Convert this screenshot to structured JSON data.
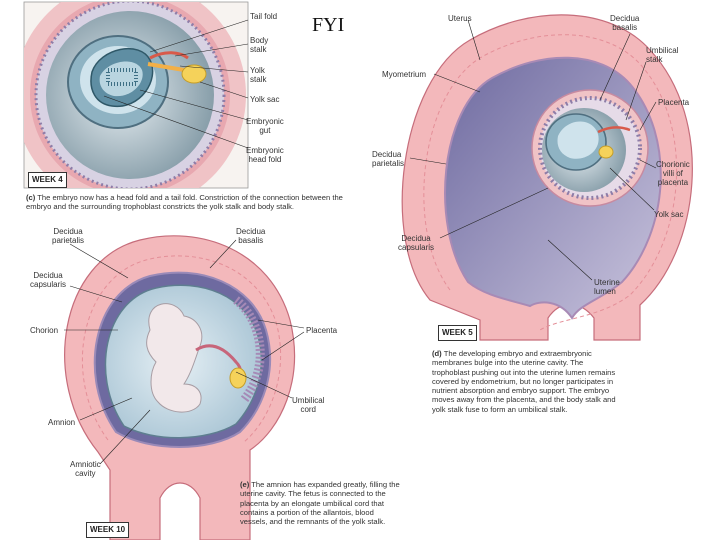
{
  "header": {
    "fyi": "FYI"
  },
  "panel_c": {
    "week": "WEEK 4",
    "labels": {
      "tail_fold": "Tail fold",
      "body_stalk": "Body\nstalk",
      "yolk_stalk": "Yolk\nstalk",
      "yolk_sac": "Yolk sac",
      "embryonic_gut": "Embryonic\ngut",
      "embryonic_head_fold": "Embryonic\nhead fold"
    },
    "caption_letter": "(c)",
    "caption": "The embryo now has a head fold and a tail fold. Constriction of the connection between the embryo and the surrounding trophoblast constricts the yolk stalk and body stalk."
  },
  "panel_d": {
    "week": "WEEK 5",
    "labels": {
      "uterus": "Uterus",
      "decidua_basalis": "Decidua\nbasalis",
      "umbilical_stalk": "Umbilical\nstalk",
      "myometrium": "Myometrium",
      "placenta": "Placenta",
      "decidua_parietalis": "Decidua\nparietalis",
      "chorionic_villi": "Chorionic\nvilli of\nplacenta",
      "yolk_sac": "Yolk sac",
      "decidua_capsularis": "Decidua\ncapsularis",
      "uterine_lumen": "Uterine\nlumen"
    },
    "caption_letter": "(d)",
    "caption": "The developing embryo and extraembryonic membranes bulge into the uterine cavity. The trophoblast pushing out into the uterine lumen remains covered by endometrium, but no longer participates in nutrient absorption and embryo support. The embryo moves away from the placenta, and the body stalk and yolk stalk fuse to form an umbilical stalk."
  },
  "panel_e": {
    "week": "WEEK 10",
    "labels": {
      "decidua_parietalis": "Decidua\nparietalis",
      "decidua_basalis": "Decidua\nbasalis",
      "decidua_capsularis": "Decidua\ncapsularis",
      "chorion": "Chorion",
      "placenta": "Placenta",
      "amnion": "Amnion",
      "umbilical_cord": "Umbilical\ncord",
      "amniotic_cavity": "Amniotic\ncavity"
    },
    "caption_letter": "(e)",
    "caption": "The amnion has expanded greatly, filling the uterine cavity. The fetus is connected to the placenta by an elongate umbilical cord that contains a portion of the allantois, blood vessels, and the remnants of the yolk stalk."
  },
  "colors": {
    "uterine_wall": "#f3b8bb",
    "myometrium_line": "#e48f98",
    "lumen": "#8f88b4",
    "amnion_fluid": "#cfe0ea",
    "embryo": "#f2e8ea",
    "yolk": "#f5d25a",
    "decidua_villi": "#c7b6d2"
  }
}
